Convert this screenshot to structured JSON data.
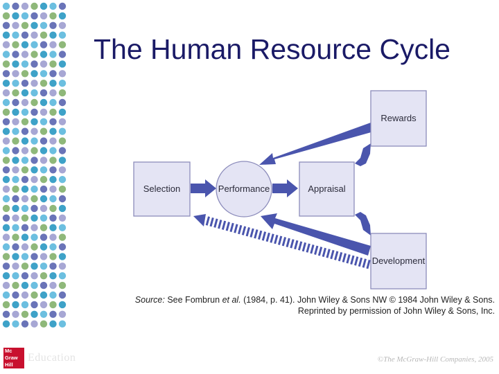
{
  "slide": {
    "title": "The Human Resource Cycle"
  },
  "diagram": {
    "nodes": {
      "selection": "Selection",
      "performance": "Performance",
      "appraisal": "Appraisal",
      "rewards": "Rewards",
      "development": "Development"
    },
    "colors": {
      "box_fill": "#e4e4f4",
      "box_stroke": "#8c8cbb",
      "arrow": "#4a55ad"
    }
  },
  "source": {
    "label": "Source:",
    "text_a": " See Fombrun ",
    "et_al": "et al.",
    "text_b": " (1984, p. 41). John Wiley & Sons NW © 1984 John Wiley & Sons.",
    "line2": "Reprinted by permission of John Wiley & Sons, Inc."
  },
  "footer": {
    "logo_text": "Mc Graw Hill",
    "publisher_ghost": "Education",
    "copyright": "©The McGraw-Hill Companies, 2005"
  },
  "decor": {
    "dot_colors": [
      "#6cbfe0",
      "#8fb87a",
      "#6a74b8",
      "#3ea2c8",
      "#a7a7d4"
    ]
  }
}
